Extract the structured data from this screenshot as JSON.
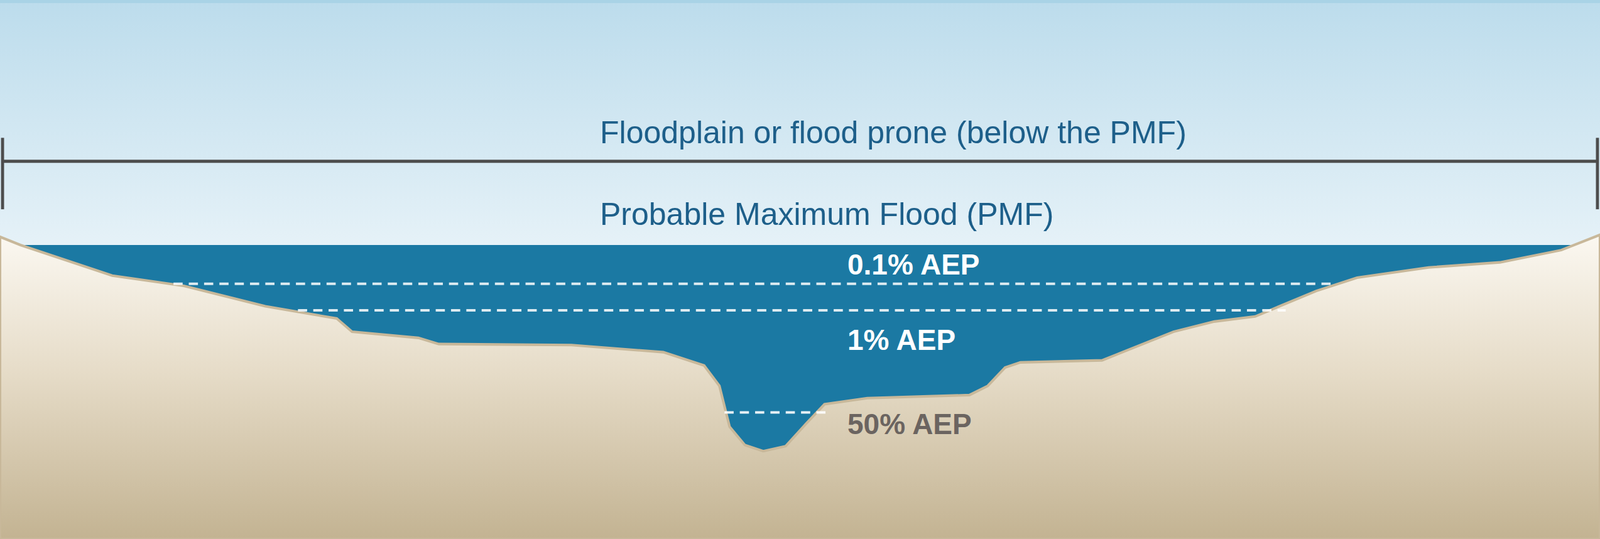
{
  "diagram": {
    "labels": [
      "Floodplain or flood prone (below the PMF)",
      "Probable Maximum Flood (PMF)",
      "0.1% AEP",
      "1% AEP",
      "50% AEP"
    ]
  }
}
